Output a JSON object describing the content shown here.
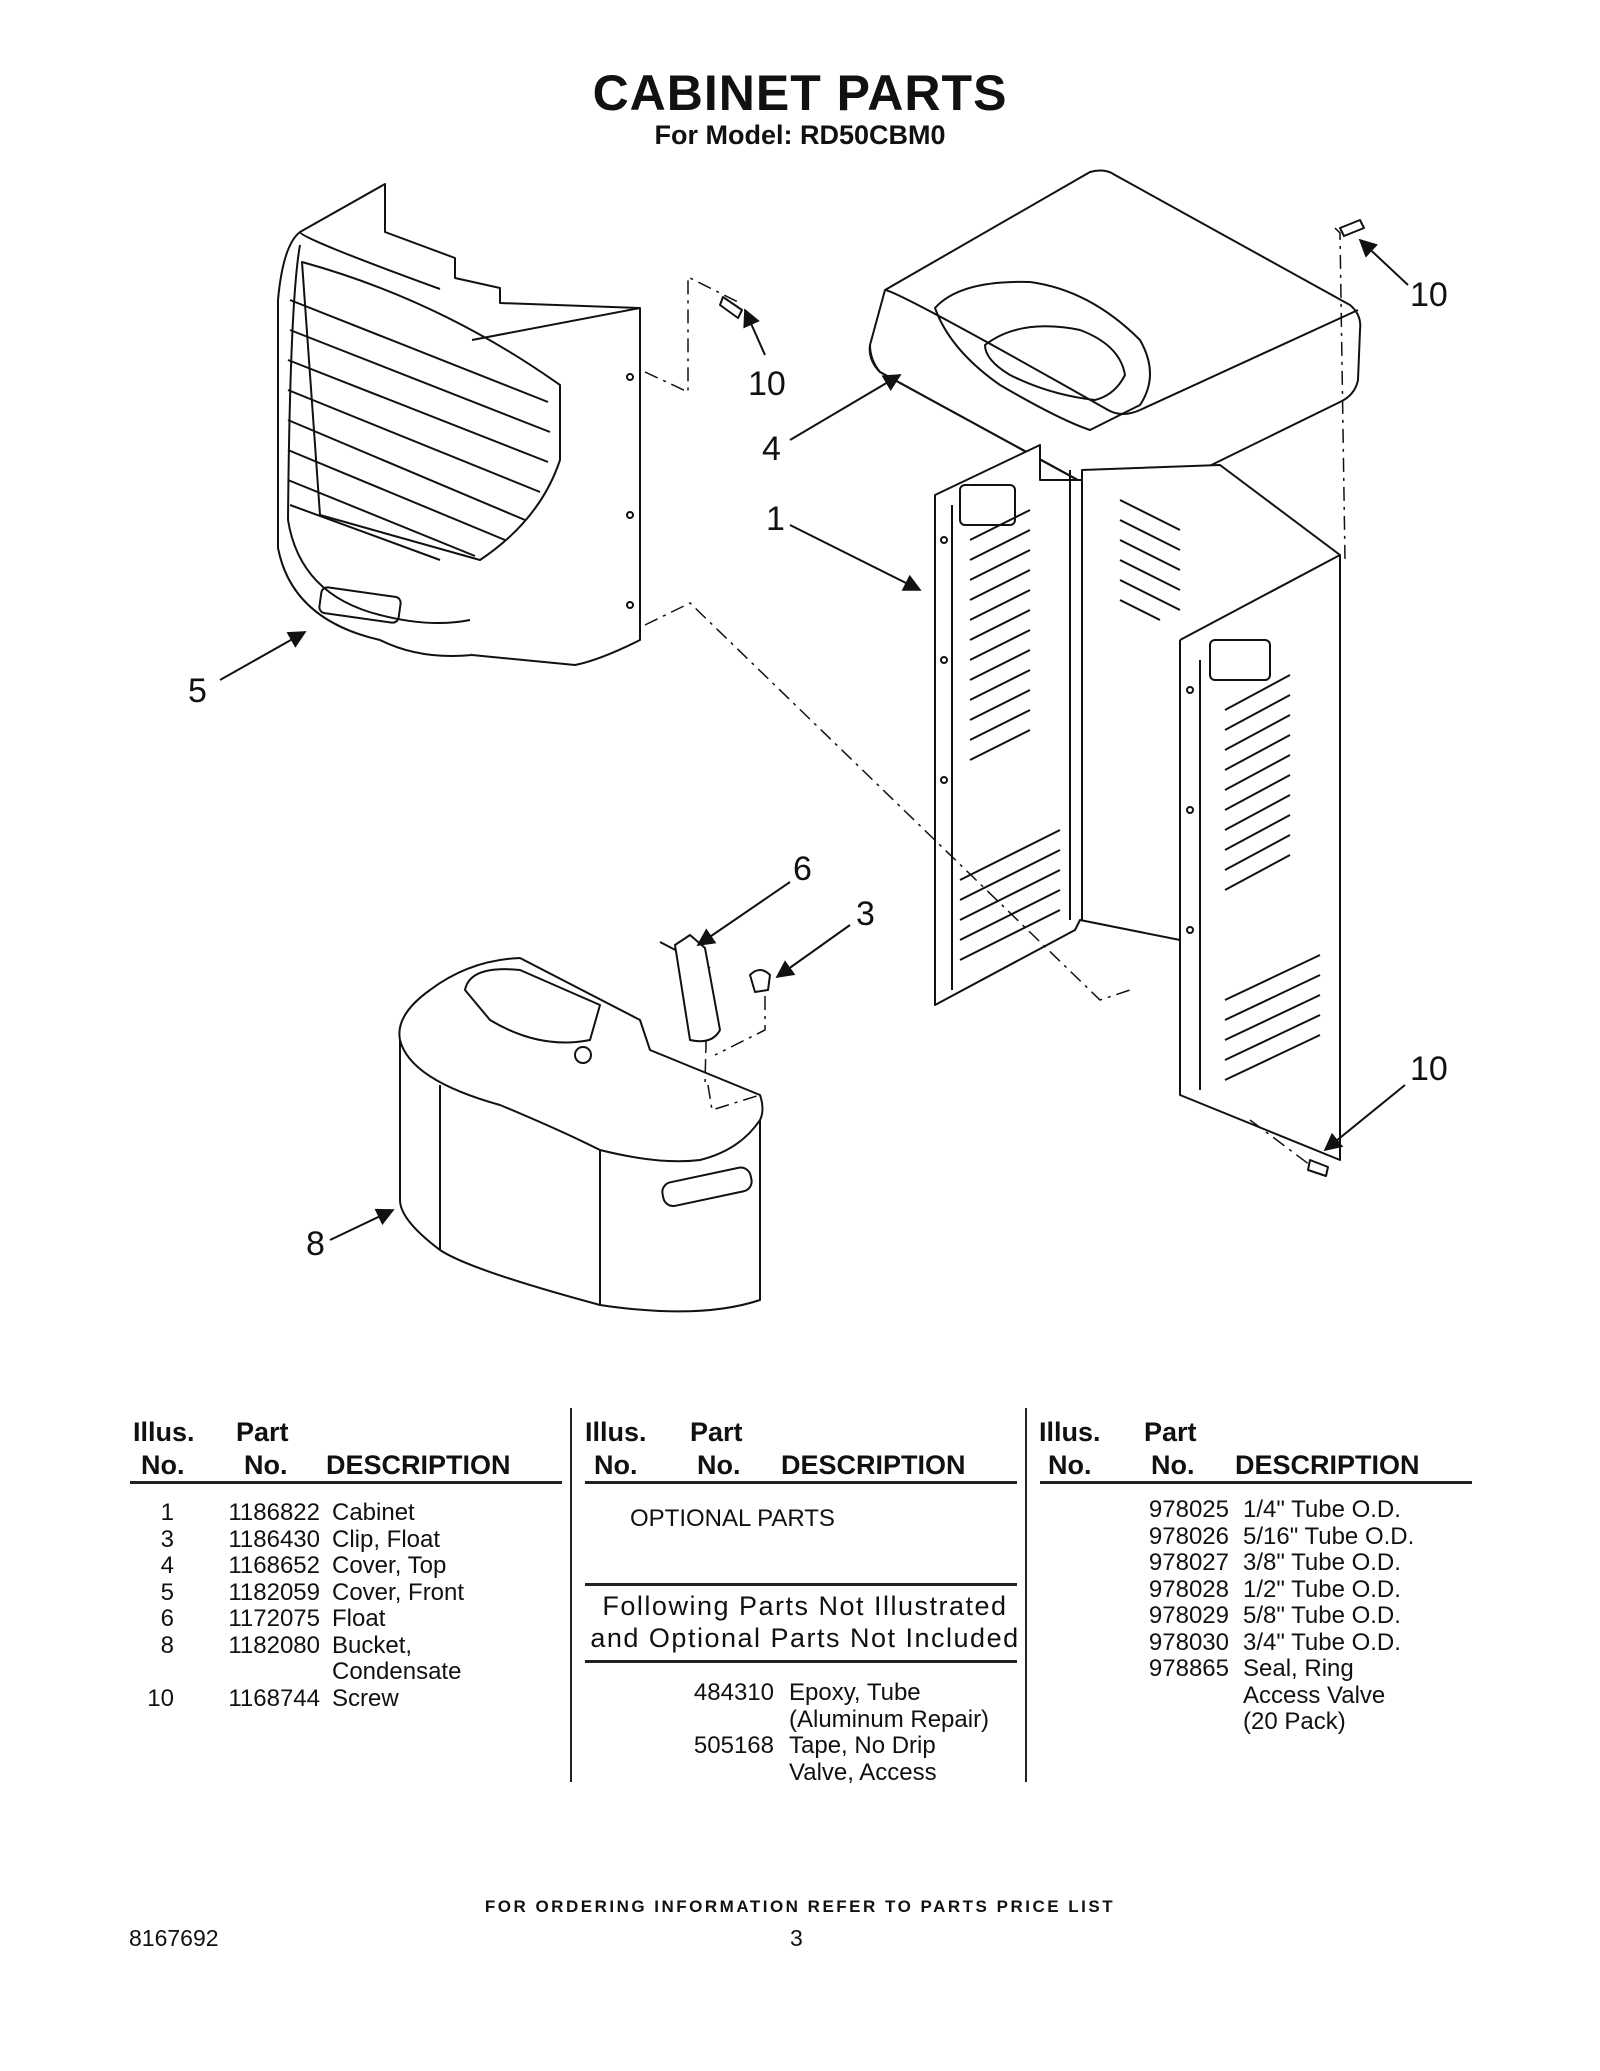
{
  "header": {
    "title": "CABINET PARTS",
    "subtitle": "For Model: RD50CBM0"
  },
  "callouts": [
    {
      "id": "c10a",
      "label": "10"
    },
    {
      "id": "c10b",
      "label": "10"
    },
    {
      "id": "c4",
      "label": "4"
    },
    {
      "id": "c1",
      "label": "1"
    },
    {
      "id": "c5",
      "label": "5"
    },
    {
      "id": "c6",
      "label": "6"
    },
    {
      "id": "c3",
      "label": "3"
    },
    {
      "id": "c10c",
      "label": "10"
    },
    {
      "id": "c8",
      "label": "8"
    }
  ],
  "table_headers": {
    "illus": "Illus.",
    "no": "No.",
    "part": "Part",
    "description": "DESCRIPTION"
  },
  "parts": [
    {
      "illus": "1",
      "part": "1186822",
      "desc": [
        "Cabinet"
      ]
    },
    {
      "illus": "3",
      "part": "1186430",
      "desc": [
        "Clip, Float"
      ]
    },
    {
      "illus": "4",
      "part": "1168652",
      "desc": [
        "Cover, Top"
      ]
    },
    {
      "illus": "5",
      "part": "1182059",
      "desc": [
        "Cover, Front"
      ]
    },
    {
      "illus": "6",
      "part": "1172075",
      "desc": [
        "Float"
      ]
    },
    {
      "illus": "8",
      "part": "1182080",
      "desc": [
        "Bucket,",
        "Condensate"
      ]
    },
    {
      "illus": "10",
      "part": "1168744",
      "desc": [
        "Screw"
      ]
    }
  ],
  "optional": {
    "title": "OPTIONAL PARTS",
    "note_line1": "Following Parts Not Illustrated",
    "note_line2": "and Optional Parts Not Included",
    "items": [
      {
        "part": "484310",
        "desc": [
          "Epoxy, Tube",
          "(Aluminum Repair)"
        ]
      },
      {
        "part": "505168",
        "desc": [
          "Tape, No Drip",
          "Valve, Access"
        ]
      }
    ]
  },
  "tubes": [
    {
      "part": "978025",
      "desc": [
        "1/4\" Tube O.D."
      ]
    },
    {
      "part": "978026",
      "desc": [
        "5/16\" Tube O.D."
      ]
    },
    {
      "part": "978027",
      "desc": [
        "3/8\" Tube O.D."
      ]
    },
    {
      "part": "978028",
      "desc": [
        "1/2\" Tube O.D."
      ]
    },
    {
      "part": "978029",
      "desc": [
        "5/8\" Tube O.D."
      ]
    },
    {
      "part": "978030",
      "desc": [
        "3/4\" Tube O.D."
      ]
    },
    {
      "part": "978865",
      "desc": [
        "Seal, Ring",
        "Access Valve",
        "(20 Pack)"
      ]
    }
  ],
  "footer": {
    "note": "FOR ORDERING INFORMATION REFER TO PARTS PRICE LIST",
    "doc_number": "8167692",
    "page": "3"
  }
}
